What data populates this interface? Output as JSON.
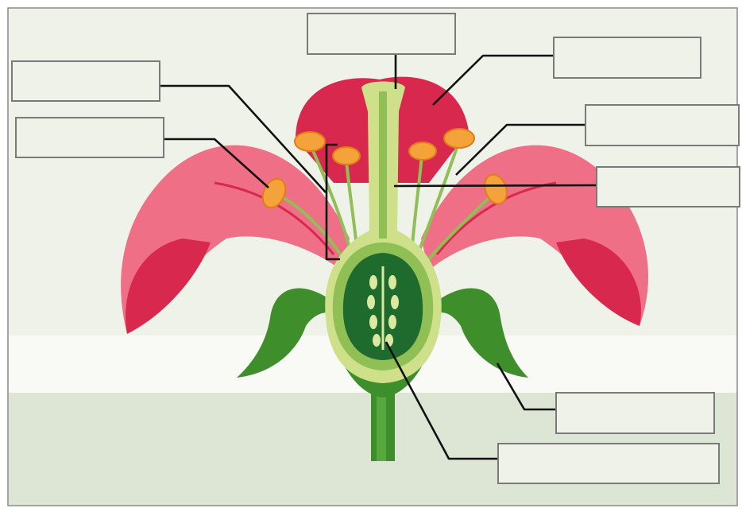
{
  "diagram": {
    "subject": "flower-cross-section",
    "labels": [
      {
        "id": "label-stigma",
        "text": ""
      },
      {
        "id": "label-petal",
        "text": ""
      },
      {
        "id": "label-stamen",
        "text": ""
      },
      {
        "id": "label-anther",
        "text": ""
      },
      {
        "id": "label-filament",
        "text": ""
      },
      {
        "id": "label-style",
        "text": ""
      },
      {
        "id": "label-sepal",
        "text": ""
      },
      {
        "id": "label-ovule",
        "text": ""
      }
    ]
  },
  "colors": {
    "petal_dark": "#d8284d",
    "petal_light": "#ef6f86",
    "sepal": "#3e8f2c",
    "pistil": "#cfe08a",
    "ovary": "#1f6b2e",
    "anther": "#f4a23a",
    "background": "#eef2e8"
  }
}
